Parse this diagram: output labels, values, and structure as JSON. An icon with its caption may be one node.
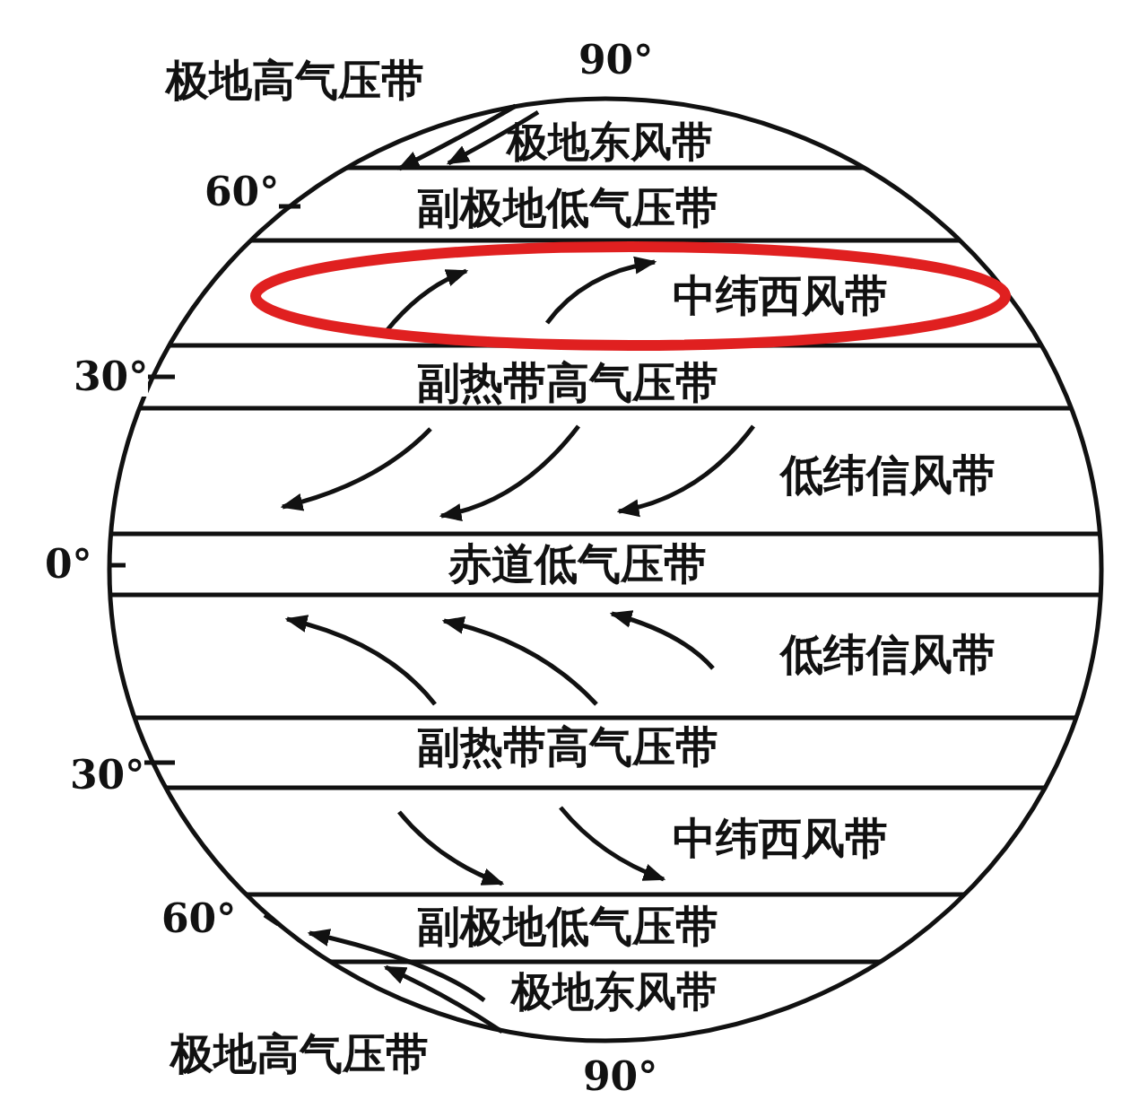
{
  "diagram": {
    "labels": [
      "极地高气压带",
      "90°",
      "极地东风带",
      "60°",
      "副极地低气压带",
      "中纬西风带",
      "30°",
      "副热带高气压带",
      "低纬信风带",
      "0°",
      "赤道低气压带",
      "低纬信风带",
      "副热带高气压带",
      "30°",
      "中纬西风带",
      "60°",
      "副极地低气压带",
      "极地东风带",
      "极地高气压带",
      "90°"
    ]
  }
}
